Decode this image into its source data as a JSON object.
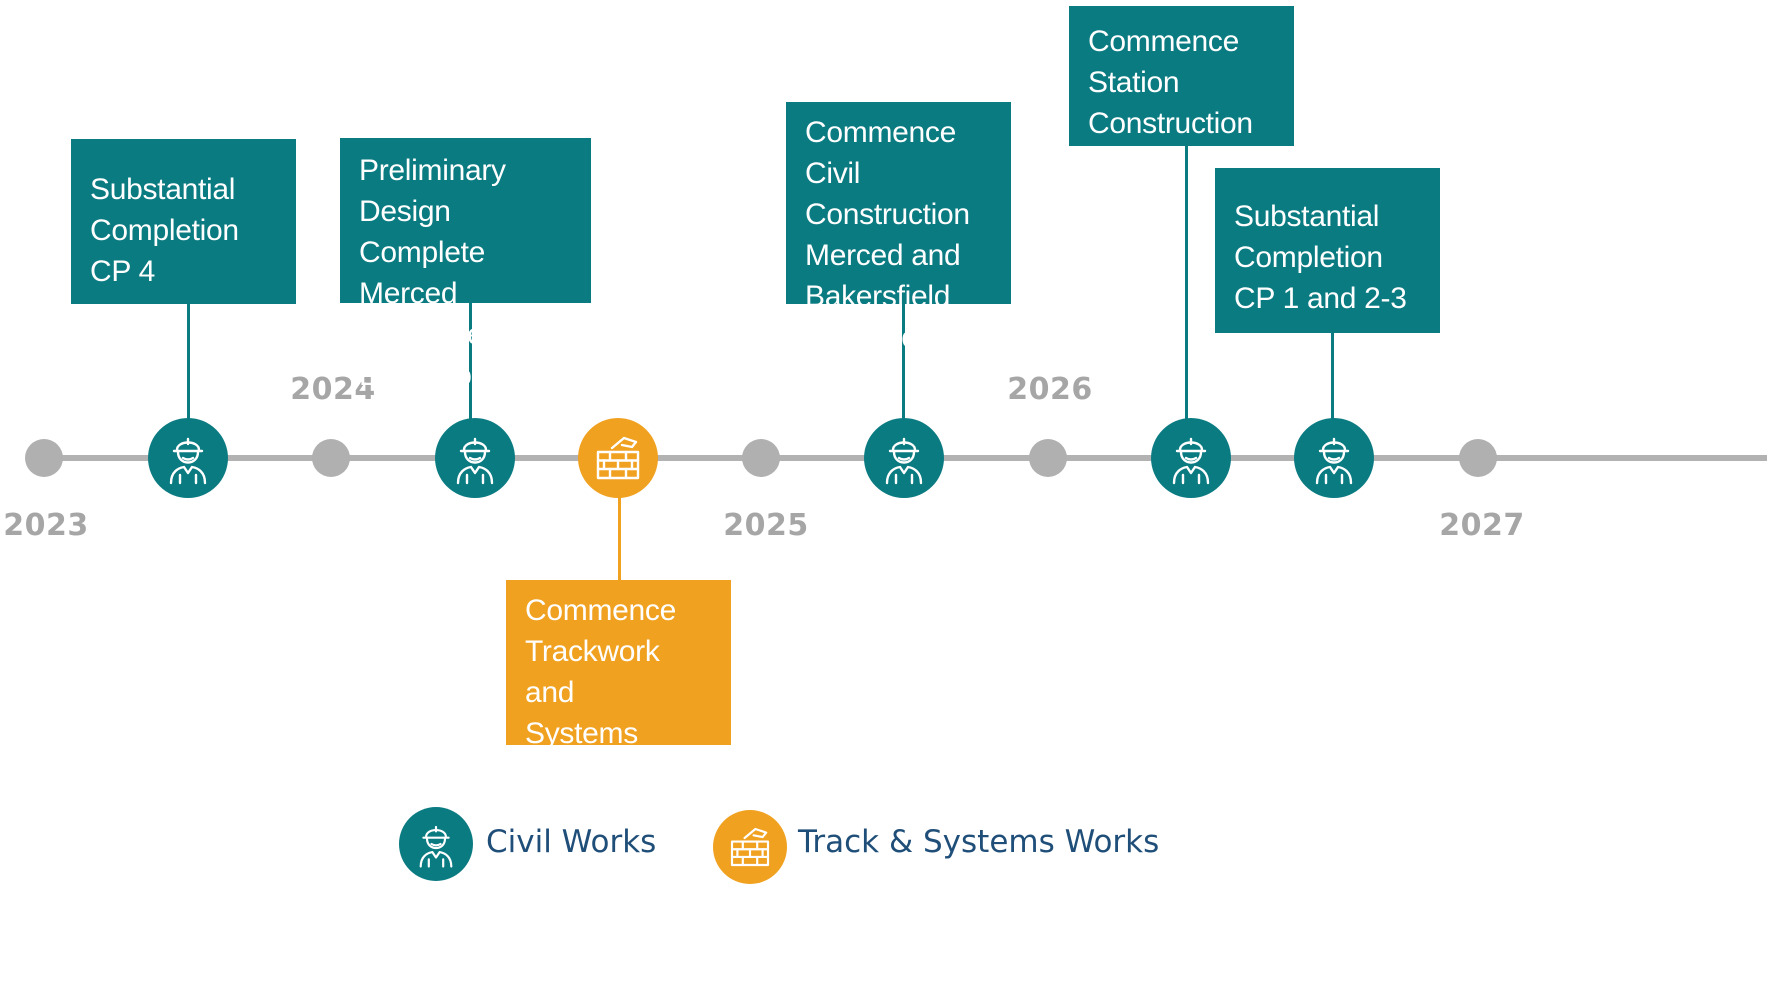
{
  "colors": {
    "civil": "#0b7b82",
    "track": "#f0a120",
    "axis": "#b0b0b0",
    "year_text": "#a6a6a6",
    "legend_text": "#1f4e79"
  },
  "years": [
    "2023",
    "2024",
    "2025",
    "2026",
    "2027"
  ],
  "milestones": [
    {
      "type": "civil",
      "icon": "construction-worker-icon",
      "label": "Substantial\nCompletion\nCP 4"
    },
    {
      "type": "civil",
      "icon": "construction-worker-icon",
      "label": "Preliminary Design\nComplete Merced\nand Bakersfield\nExtensions"
    },
    {
      "type": "track",
      "icon": "brick-wall-icon",
      "label": "Commence\nTrackwork and\nSystems\nConstruction"
    },
    {
      "type": "civil",
      "icon": "construction-worker-icon",
      "label": "Commence Civil\nConstruction\nMerced and\nBakersfield\nExtensions"
    },
    {
      "type": "civil",
      "icon": "construction-worker-icon",
      "label": "Commence\nStation\nConstruction"
    },
    {
      "type": "civil",
      "icon": "construction-worker-icon",
      "label": "Substantial\nCompletion\nCP 1 and 2-3"
    }
  ],
  "legend": {
    "civil_label": "Civil Works",
    "civil_icon": "construction-worker-icon",
    "track_label": "Track & Systems Works",
    "track_icon": "brick-wall-icon"
  }
}
